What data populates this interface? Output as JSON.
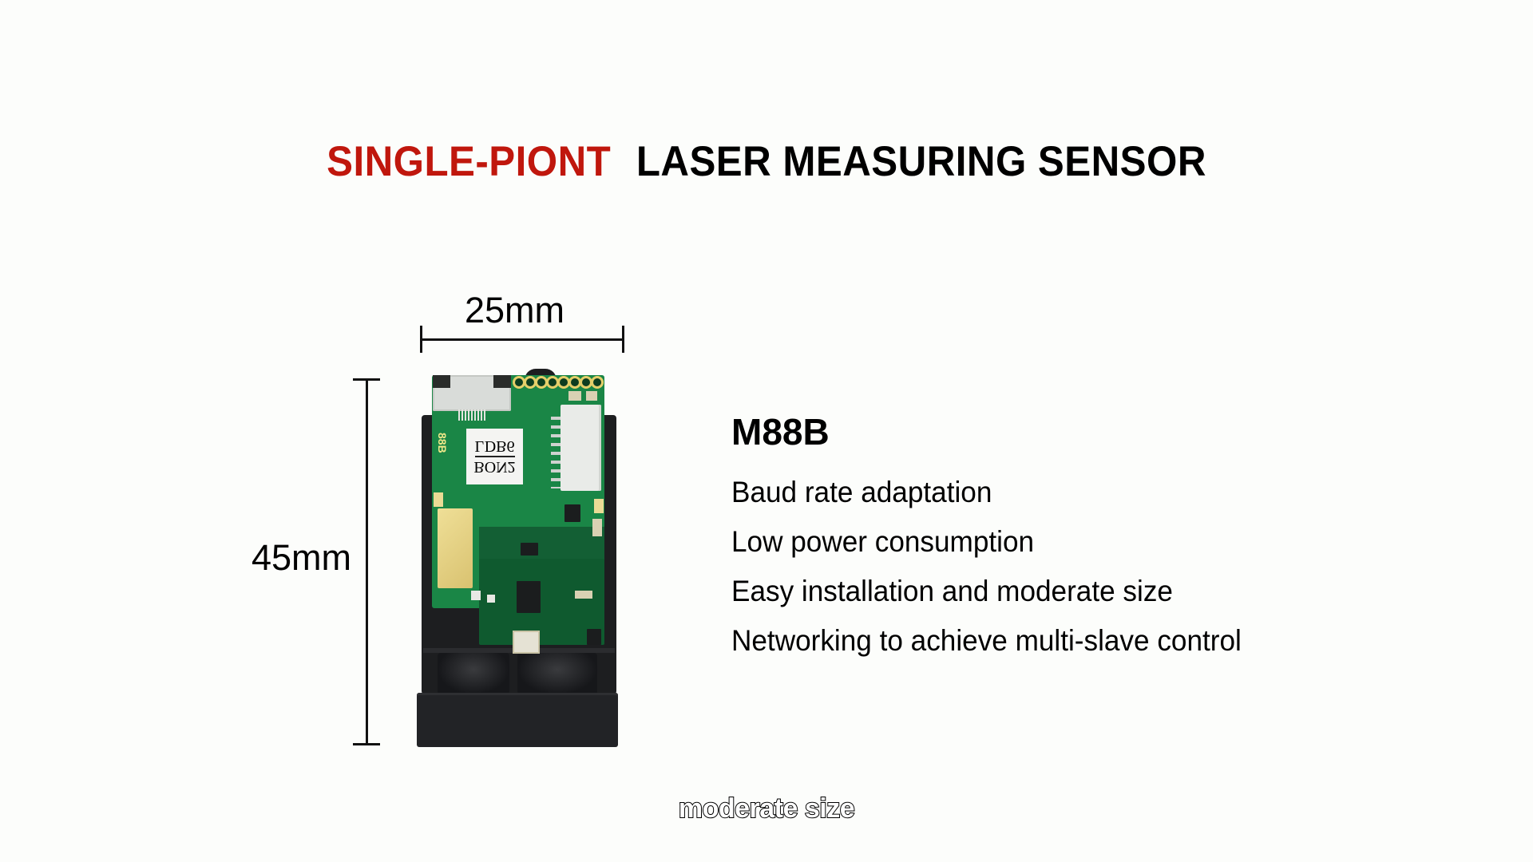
{
  "title": {
    "highlight": "SINGLE-PIONT",
    "rest": "LASER MEASURING SENSOR",
    "highlight_color": "#c0170d"
  },
  "dimensions": {
    "width_label": "25mm",
    "height_label": "45mm"
  },
  "product": {
    "board_silkscreen": "88B",
    "chip_label_line1": "BON2",
    "chip_label_line2": "LDB6",
    "image_alt": "laser measuring sensor module"
  },
  "specs": {
    "model": "M88B",
    "features": [
      "Baud rate adaptation",
      "Low power consumption",
      "Easy installation and moderate size",
      "Networking to achieve multi-slave control"
    ]
  },
  "caption": {
    "text": "moderate size"
  }
}
